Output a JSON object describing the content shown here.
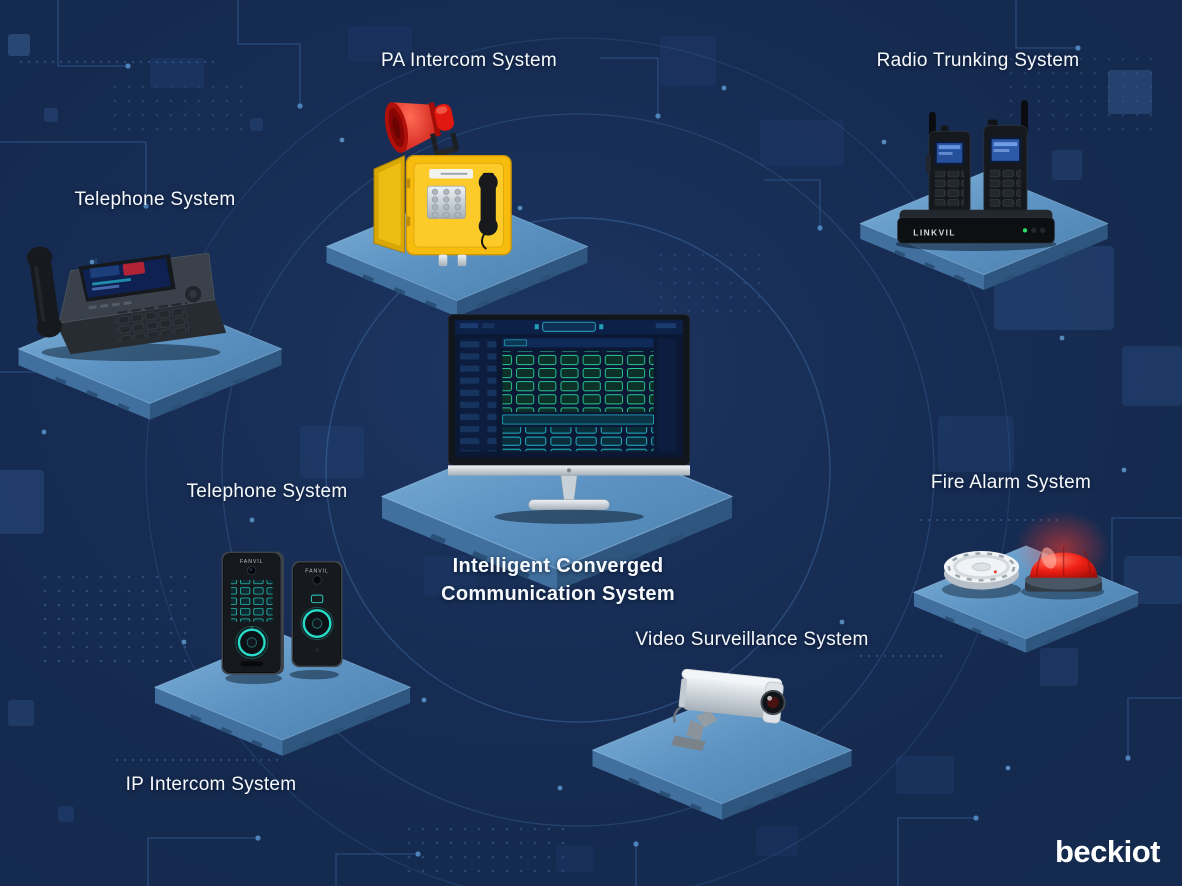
{
  "labels": {
    "pa_intercom": "PA Intercom System",
    "radio_trunking": "Radio Trunking System",
    "telephone_left": "Telephone System",
    "telephone_mid": "Telephone System",
    "fire_alarm": "Fire Alarm System",
    "video_surveillance": "Video Surveillance System",
    "ip_intercom": "IP Intercom System",
    "center_line1": "Intelligent Converged",
    "center_line2": "Communication System"
  },
  "devices": {
    "radio_base_brand": "LINKVIL",
    "intercom_brand": "FANVIL"
  },
  "logo": {
    "text": "beckiot"
  },
  "colors": {
    "background": "#152a4f",
    "platform_top": "#6096c5",
    "platform_side_left": "#416f9e",
    "platform_side_right": "#2f567e",
    "label_text": "#f7fafd",
    "dashboard_green": "#2fe2a2",
    "dashboard_teal": "#29cde0",
    "alarm_red": "#ef1f14",
    "callbox_yellow": "#f7bc0d",
    "intercom_ring_teal": "#26dcc9"
  }
}
